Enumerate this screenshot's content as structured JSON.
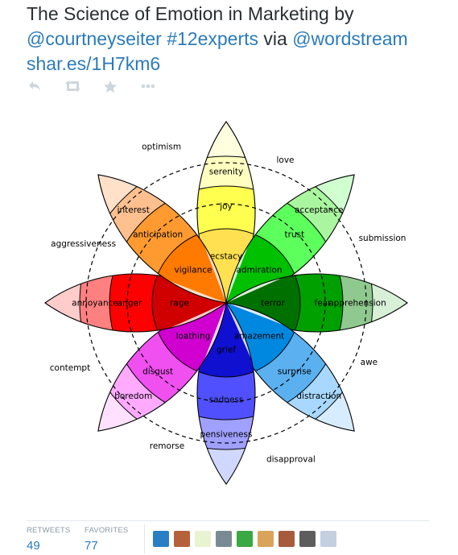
{
  "tweet": {
    "text_plain_1": "The Science of Emotion in Marketing by",
    "mention_1": "@courtneyseiter",
    "hashtag": "#12experts",
    "text_plain_2": "via",
    "mention_2": "@wordstream",
    "link": "shar.es/1H7km6"
  },
  "actions": [
    {
      "name": "reply-icon"
    },
    {
      "name": "retweet-icon"
    },
    {
      "name": "favorite-icon"
    },
    {
      "name": "more-icon"
    }
  ],
  "wheel": {
    "petals": [
      {
        "outer": "serenity",
        "middle": "joy",
        "inner": "ecstacy",
        "colors": [
          "#ffffc0",
          "#ffff50",
          "#ffe050"
        ]
      },
      {
        "outer": "acceptance",
        "middle": "trust",
        "inner": "admiration",
        "colors": [
          "#aaf5a0",
          "#5cff5c",
          "#00c000"
        ]
      },
      {
        "outer": "apprehension",
        "middle": "fear",
        "inner": "terror",
        "colors": [
          "#8fc98f",
          "#00a000",
          "#007000"
        ]
      },
      {
        "outer": "distraction",
        "middle": "surprise",
        "inner": "amazement",
        "colors": [
          "#a8d8ff",
          "#5bb0f0",
          "#0088e0"
        ]
      },
      {
        "outer": "pensiveness",
        "middle": "sadness",
        "inner": "grief",
        "colors": [
          "#a0a0ff",
          "#5050ff",
          "#1010d0"
        ]
      },
      {
        "outer": "boredom",
        "middle": "disgust",
        "inner": "loathing",
        "colors": [
          "#ffaaff",
          "#f050f0",
          "#d000d0"
        ]
      },
      {
        "outer": "annoyance",
        "middle": "anger",
        "inner": "rage",
        "colors": [
          "#ff8080",
          "#ff0000",
          "#d00000"
        ]
      },
      {
        "outer": "interest",
        "middle": "anticipation",
        "inner": "vigilance",
        "colors": [
          "#ffc090",
          "#ff9a30",
          "#ff7a00"
        ]
      }
    ],
    "tips": [
      "#ffffe0",
      "#d0ffd0",
      "#d8f0d8",
      "#d8ecff",
      "#d0d8ff",
      "#ffe0ff",
      "#ffcccc",
      "#ffe0c8"
    ],
    "dyads": [
      "love",
      "submission",
      "awe",
      "disapproval",
      "remorse",
      "contempt",
      "aggressiveness",
      "optimism"
    ]
  },
  "stats": {
    "retweets_label": "RETWEETS",
    "retweets": "49",
    "favorites_label": "FAVORITES",
    "favorites": "77"
  },
  "avatars": [
    {
      "name": "wordstream",
      "color": "#2a7fc4"
    },
    {
      "name": "user-2",
      "color": "#b5623a"
    },
    {
      "name": "marketing-land",
      "color": "#e8f4d0"
    },
    {
      "name": "user-4",
      "color": "#7a8a95"
    },
    {
      "name": "user-5",
      "color": "#3aa843"
    },
    {
      "name": "user-6",
      "color": "#d9a45a"
    },
    {
      "name": "user-7",
      "color": "#a65b3c"
    },
    {
      "name": "user-8",
      "color": "#5d5d5d"
    },
    {
      "name": "user-9",
      "color": "#c4cfe0"
    }
  ]
}
